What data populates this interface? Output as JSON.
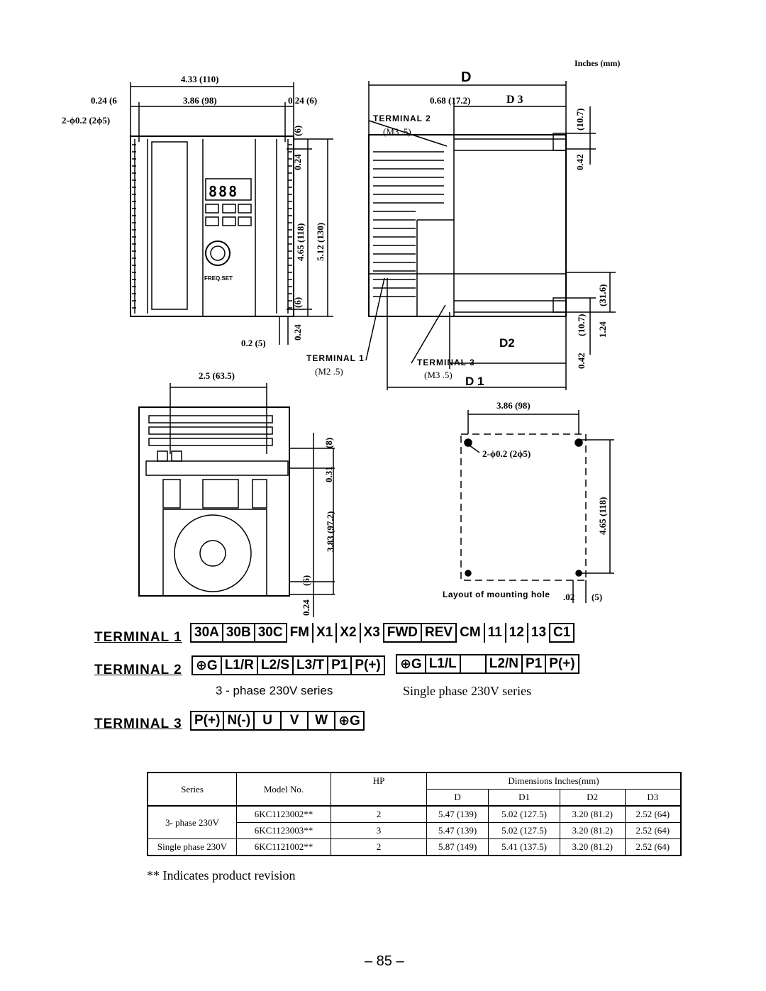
{
  "units_note": "Inches (mm)",
  "front_view": {
    "width_total": "4.33 (110)",
    "inner_width": "3.86 (98)",
    "left_margin": "0.24 (6",
    "right_margin": "0.24 (6)",
    "hole": "2-ϕ0.2 (2ϕ5)",
    "top_offset_in": "0.24",
    "top_offset_mm": "(6)",
    "hole_spacing": "4.65 (118)",
    "height": "5.12 (130)",
    "bottom_offset_in": "0.24",
    "bottom_offset_mm": "(6)",
    "bottom_gap": "0.2 (5)",
    "display_digits": "888",
    "knob_label": "FREQ.SET"
  },
  "side_view": {
    "d_label": "D",
    "d3_value": "0.68 (17.2)",
    "d3_label": "D 3",
    "terminal2": "TERMINAL 2",
    "terminal2_screw": "(M3 .5)",
    "top_right_mm": "(10.7)",
    "top_right_in": "0.42",
    "right_mm": "(31.6)",
    "right_in": "1.24",
    "bottom_right_mm": "(10.7)",
    "bottom_right_in": "0.42",
    "d2_label": "D2",
    "d1_label": "D 1",
    "terminal1": "TERMINAL 1",
    "terminal1_screw": "(M2 .5)",
    "terminal3": "TERMINAL 3",
    "terminal3_screw": "(M3 .5)"
  },
  "bottom_view": {
    "width": "2.5 (63.5)",
    "top_mm": "(8)",
    "top_in": "0.31",
    "height": "3.83 (97.2)",
    "bottom_mm": "(6)",
    "bottom_in": "0.24"
  },
  "mounting": {
    "width": "3.86 (98)",
    "hole": "2-ϕ0.2 (2ϕ5)",
    "height": "4.65 (118)",
    "caption": "Layout of mounting hole",
    "offset": ".02",
    "offset_mm": "(5)"
  },
  "terminals": {
    "t1_label": "TERMINAL 1",
    "t1_cells": [
      "30A",
      "30B",
      "30C",
      "FM",
      "X1",
      "X2",
      "X3",
      "FWD",
      "REV",
      "CM",
      "11",
      "12",
      "13",
      "C1"
    ],
    "t2_label": "TERMINAL 2",
    "t2_three_phase": [
      "⊕G",
      "L1/R",
      "L2/S",
      "L3/T",
      "P1",
      "P(+)"
    ],
    "t2_single_phase": [
      "⊕G",
      "L1/L",
      "",
      "L2/N",
      "P1",
      "P(+)"
    ],
    "three_phase_caption": "3 - phase 230V series",
    "single_phase_caption": "Single phase 230V series",
    "t3_label": "TERMINAL 3",
    "t3_cells": [
      "P(+)",
      "N(-)",
      "U",
      "V",
      "W",
      "⊕G"
    ]
  },
  "table": {
    "h_series": "Series",
    "h_model": "Model No.",
    "h_hp": "HP",
    "h_dims": "Dimensions Inches(mm)",
    "h_d": "D",
    "h_d1": "D1",
    "h_d2": "D2",
    "h_d3": "D3",
    "group1": "3- phase 230V",
    "group2": "Single phase 230V",
    "rows": [
      {
        "model": "6KC1123002**",
        "hp": "2",
        "d": "5.47 (139)",
        "d1": "5.02 (127.5)",
        "d2": "3.20 (81.2)",
        "d3": "2.52 (64)"
      },
      {
        "model": "6KC1123003**",
        "hp": "3",
        "d": "5.47 (139)",
        "d1": "5.02 (127.5)",
        "d2": "3.20 (81.2)",
        "d3": "2.52 (64)"
      },
      {
        "model": "6KC1121002**",
        "hp": "2",
        "d": "5.87 (149)",
        "d1": "5.41 (137.5)",
        "d2": "3.20 (81.2)",
        "d3": "2.52 (64)"
      }
    ]
  },
  "footnote": "** Indicates product revision",
  "page_number": "– 85 –"
}
